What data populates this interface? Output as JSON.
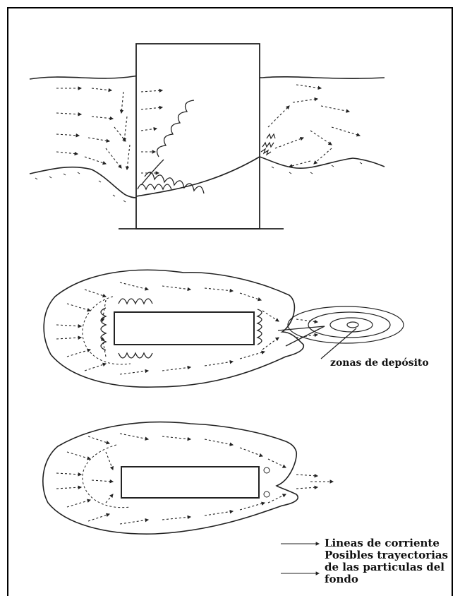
{
  "labels": {
    "deposit_zones": "zonas de depósito"
  },
  "legend": {
    "streamlines": "Lineas de corriente",
    "particle_paths": "Posibles trayectorias de las particulas del fondo"
  },
  "colors": {
    "ink": "#222222",
    "frame": "#000000",
    "background": "#ffffff"
  }
}
